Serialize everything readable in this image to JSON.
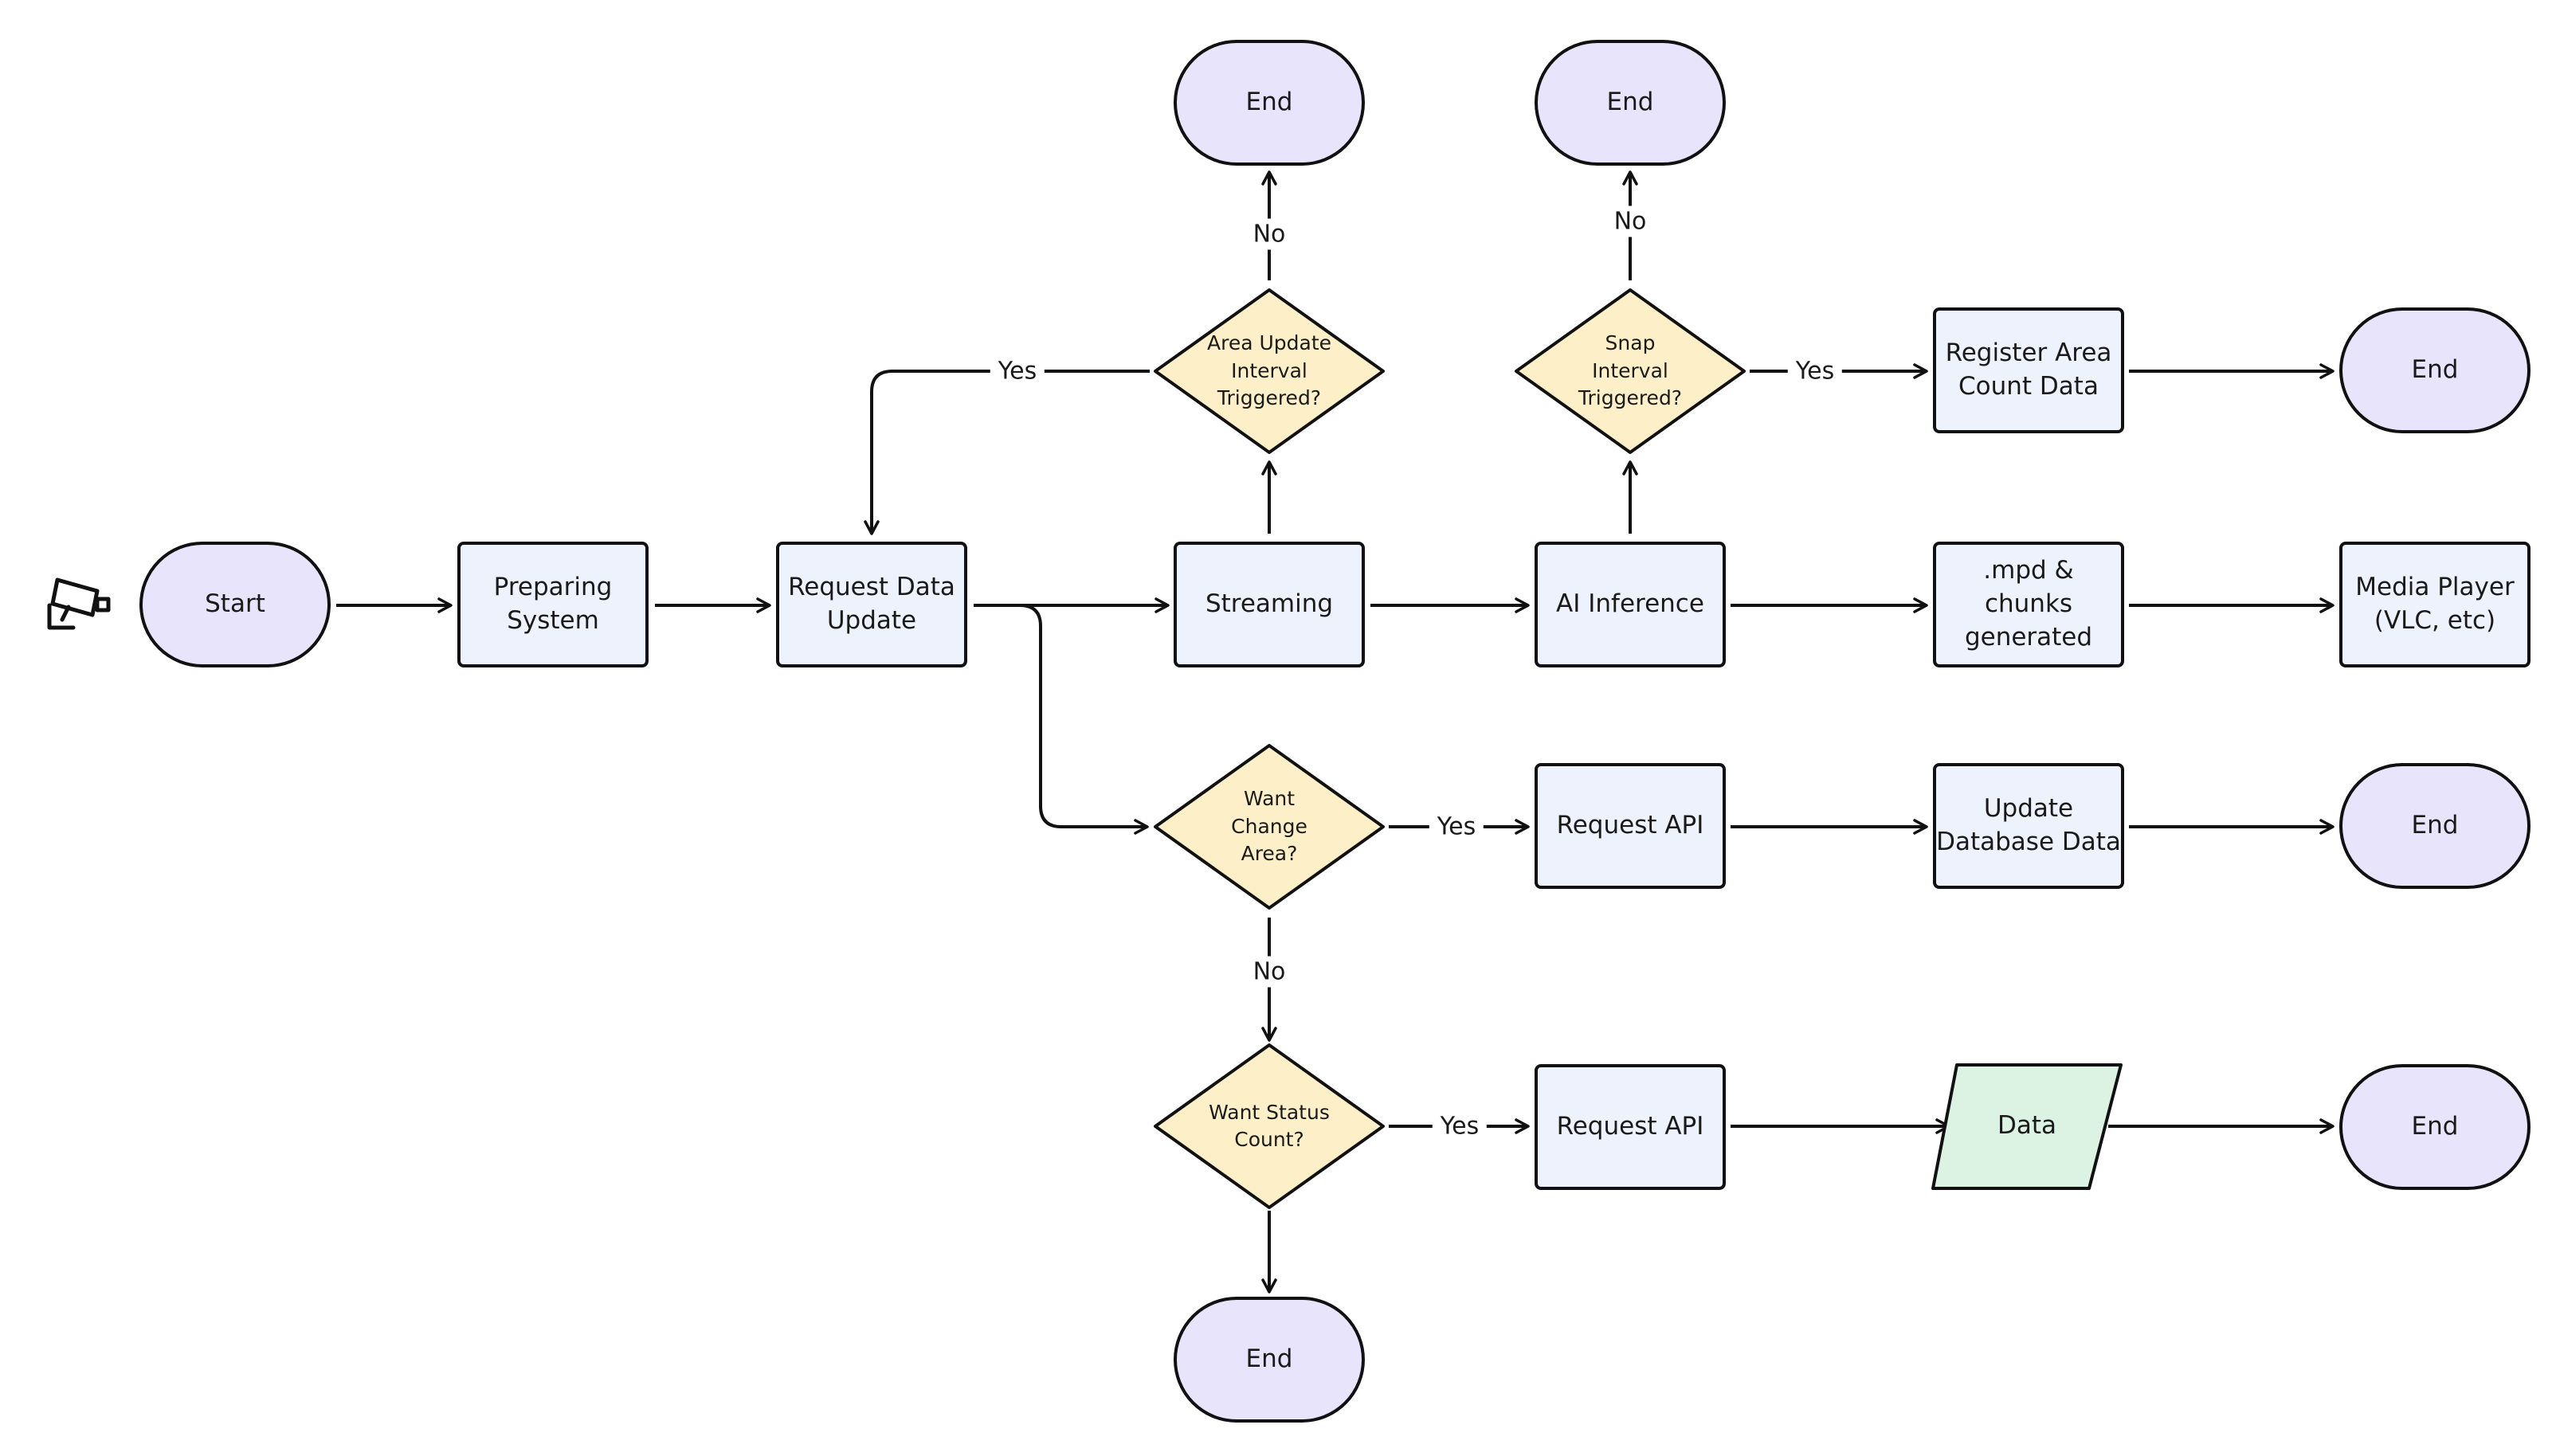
{
  "diagram": {
    "camera_icon": "security-camera-icon",
    "colors": {
      "terminal_fill": "#e8e4fb",
      "process_fill": "#eef2fc",
      "decision_fill": "#fdf0c8",
      "data_fill": "#dcf3e3",
      "stroke": "#111111"
    },
    "nodes": {
      "start": "Start",
      "preparing_system": "Preparing\nSystem",
      "request_data_update": "Request Data\nUpdate",
      "streaming": "Streaming",
      "ai_inference": "AI Inference",
      "mpd_chunks": ".mpd & chunks\ngenerated",
      "media_player": "Media Player\n(VLC, etc)",
      "area_update_decision": "Area Update\nInterval\nTriggered?",
      "snap_interval_decision": "Snap\nInterval\nTriggered?",
      "register_area_count": "Register Area\nCount Data",
      "want_change_area_decision": "Want\nChange\nArea?",
      "request_api_change": "Request API",
      "update_database": "Update\nDatabase Data",
      "want_status_count_decision": "Want Status\nCount?",
      "request_api_status": "Request API",
      "data": "Data",
      "end_area_no": "End",
      "end_snap_no": "End",
      "end_register": "End",
      "end_update_db": "End",
      "end_data": "End",
      "end_status_no": "End"
    },
    "edge_labels": {
      "area_no": "No",
      "area_yes": "Yes",
      "snap_no": "No",
      "snap_yes": "Yes",
      "change_yes": "Yes",
      "change_no": "No",
      "status_yes": "Yes"
    }
  }
}
